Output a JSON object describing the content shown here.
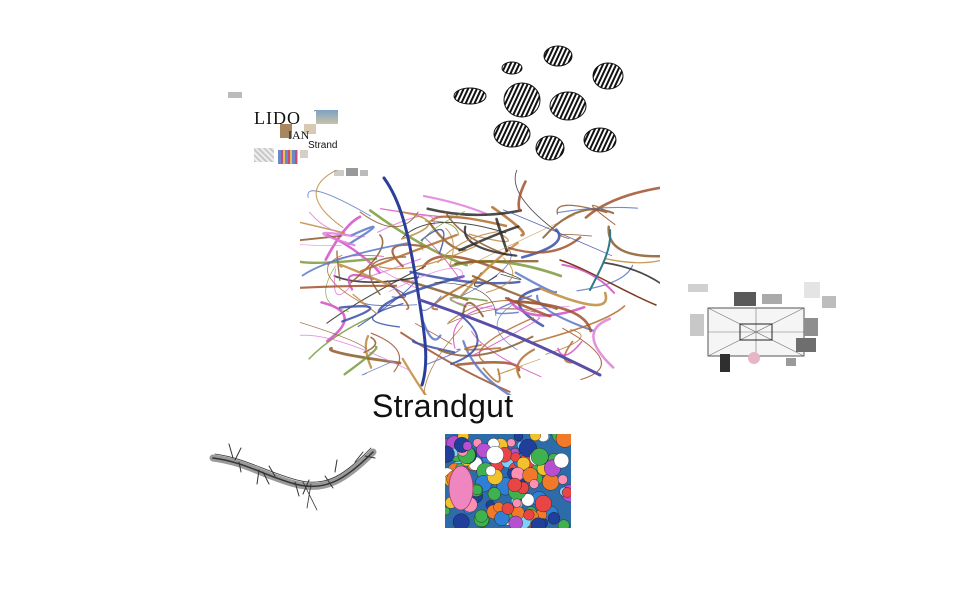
{
  "canvas": {
    "background": "#ffffff"
  },
  "title": "Strandgut",
  "lido_cluster": {
    "word": "LIDO",
    "superscript": "~",
    "middle": "IAN",
    "strand": "Strand"
  },
  "elements": {
    "shells_icon": "clam-shells-sketch",
    "tangle_icon": "beach-debris-tangle",
    "twig_icon": "driftwood-twig-sketch",
    "caps_icon": "plastic-bottle-caps-photo",
    "collage_icon": "archive-collage-thumbnail"
  },
  "palette": {
    "tangle": [
      "#8b5a2b",
      "#c08a3e",
      "#d44fc7",
      "#3a4fa8",
      "#2b2b2b",
      "#7a9a3a",
      "#e07fd8",
      "#a0522d",
      "#5a78c8",
      "#b36d2e"
    ],
    "caps": [
      "#f2c12e",
      "#2f7fd6",
      "#e84545",
      "#3fb24f",
      "#ff8fb3",
      "#ffffff",
      "#1f3f9a",
      "#f07a2a",
      "#7fd0ff",
      "#b64fd1"
    ]
  }
}
